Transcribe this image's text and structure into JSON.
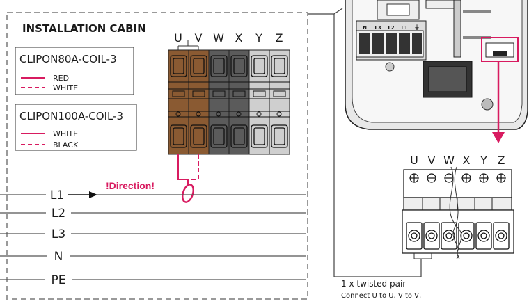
{
  "cabin": {
    "title": "INSTALLATION CABIN"
  },
  "legend": [
    {
      "model": "CLIPON80A-COIL-3",
      "solid_label": "RED",
      "dashed_label": "WHITE"
    },
    {
      "model": "CLIPON100A-COIL-3",
      "solid_label": "WHITE",
      "dashed_label": "BLACK"
    }
  ],
  "left_terminals": [
    "U",
    "V",
    "W",
    "X",
    "Y",
    "Z"
  ],
  "right_terminals": [
    "U",
    "V",
    "W",
    "X",
    "Y",
    "Z"
  ],
  "lines": [
    "L1",
    "L2",
    "L3",
    "N",
    "PE"
  ],
  "direction_label": "!Direction!",
  "charger_terminals": [
    "N",
    "L3",
    "L2",
    "L1",
    "⏚"
  ],
  "note": {
    "line1": "1 x twisted pair",
    "line2": "Connect U to U, V to V,"
  },
  "colors": {
    "accent": "#d81b60",
    "brown": "#8a5a32",
    "dark_grey": "#5b5b5b",
    "light_grey": "#cfcfcf",
    "dashed_border": "#9a9a9a"
  }
}
